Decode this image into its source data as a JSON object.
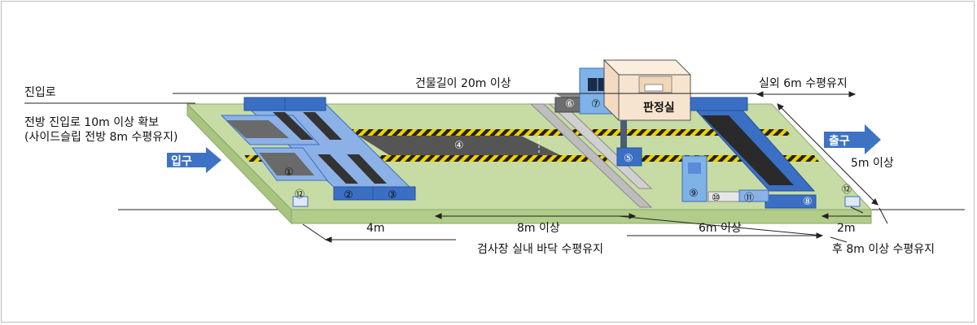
{
  "labels": {
    "entry_road": "진입로",
    "entry_secure_line1": "전방 진입로 10m 이상 확보",
    "entry_secure_line2": "(사이드슬립 전방 8m 수평유지)",
    "entrance": "입구",
    "exit": "출구",
    "building_length": "건물길이 20m 이상",
    "outdoor_level": "실외 6m 수평유지",
    "judging_room": "판정실",
    "dim_4m": "4m",
    "dim_8m": "8m 이상",
    "dim_6m": "6m 이상",
    "dim_2m": "2m",
    "dim_5m": "5m 이상",
    "indoor_floor": "검사장 실내 바닥 수평유지",
    "rear_level": "후 8m 이상 수평유지"
  },
  "markers": [
    "①",
    "②",
    "③",
    "④",
    "⑤",
    "⑥",
    "⑦",
    "⑧",
    "⑨",
    "⑩",
    "⑪",
    "⑫"
  ],
  "colors": {
    "floor": "#c7dba4",
    "floor_edge": "#9cb877",
    "blue_equipment": "#3a6fc4",
    "light_blue": "#8cb1e6",
    "dark_strip": "#595959",
    "hazard_yellow": "#f0d000",
    "arrow_blue": "#3e72c4",
    "booth_fill": "#f7e4cf"
  }
}
